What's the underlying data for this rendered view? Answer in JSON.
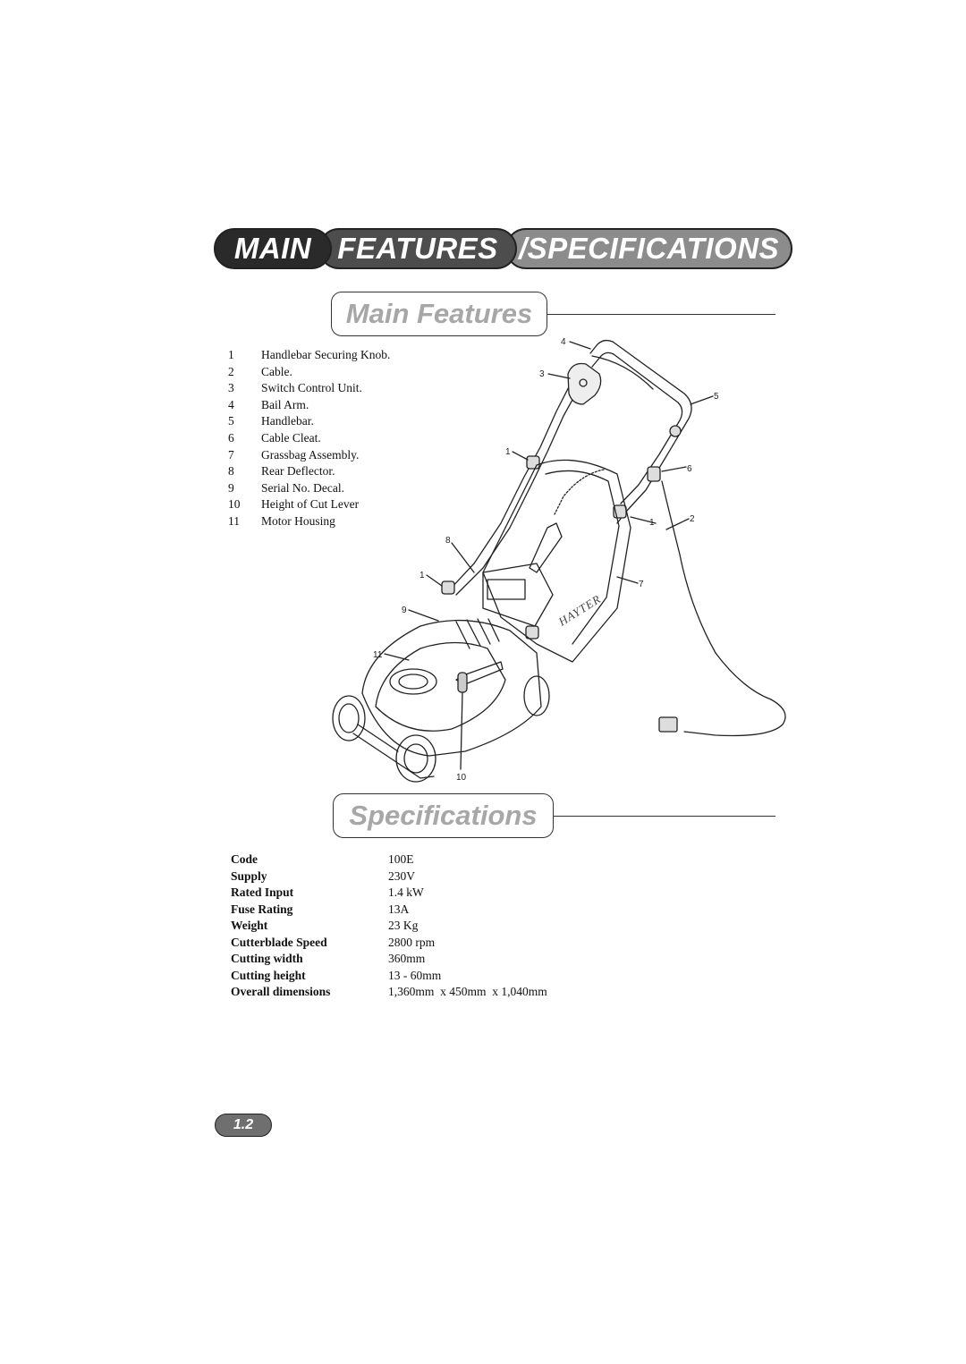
{
  "banner": {
    "main": "MAIN",
    "features": "FEATURES",
    "specifications": "/SPECIFICATIONS"
  },
  "main_features": {
    "heading": "Main Features",
    "items": [
      {
        "num": "1",
        "label": "Handlebar Securing Knob."
      },
      {
        "num": "2",
        "label": "Cable."
      },
      {
        "num": "3",
        "label": "Switch Control Unit."
      },
      {
        "num": "4",
        "label": "Bail Arm."
      },
      {
        "num": "5",
        "label": "Handlebar."
      },
      {
        "num": "6",
        "label": "Cable Cleat."
      },
      {
        "num": "7",
        "label": "Grassbag Assembly."
      },
      {
        "num": "8",
        "label": "Rear Deflector."
      },
      {
        "num": "9",
        "label": "Serial No. Decal."
      },
      {
        "num": "10",
        "label": "Height of Cut Lever"
      },
      {
        "num": "11",
        "label": "Motor Housing"
      }
    ]
  },
  "diagram": {
    "callouts": [
      "4",
      "3",
      "5",
      "1",
      "6",
      "1",
      "2",
      "8",
      "1",
      "7",
      "9",
      "11",
      "10"
    ],
    "brand": "HAYTER"
  },
  "specifications": {
    "heading": "Specifications",
    "rows": [
      {
        "label": "Code",
        "value": "100E"
      },
      {
        "label": "Supply",
        "value": "230V"
      },
      {
        "label": "Rated Input",
        "value": "1.4 kW"
      },
      {
        "label": "Fuse Rating",
        "value": "13A"
      },
      {
        "label": "Weight",
        "value": "23 Kg"
      },
      {
        "label": "Cutterblade Speed",
        "value": "2800 rpm"
      },
      {
        "label": "Cutting width",
        "value": "360mm"
      },
      {
        "label": "Cutting height",
        "value": "13 - 60mm"
      },
      {
        "label": "Overall dimensions",
        "value": "1,360mm  x 450mm  x 1,040mm"
      }
    ]
  },
  "page_number": "1.2"
}
